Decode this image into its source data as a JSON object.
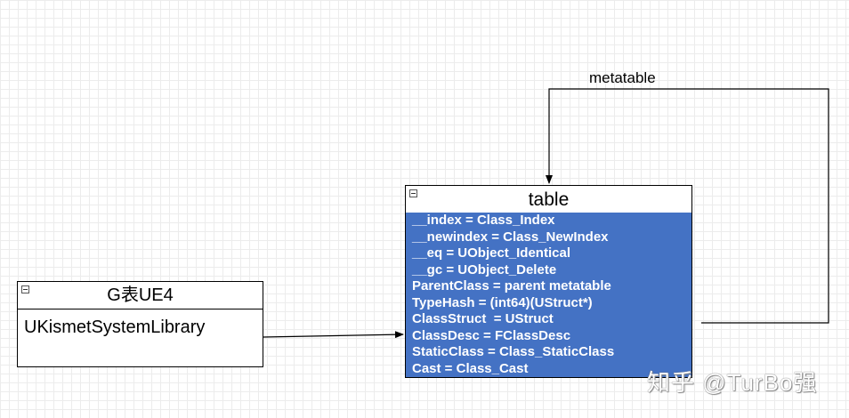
{
  "g_node": {
    "title": "G表UE4",
    "body": "UKismetSystemLibrary"
  },
  "table_node": {
    "title": "table",
    "fields": [
      "__index = Class_Index",
      "__newindex = Class_NewIndex",
      "__eq = UObject_Identical",
      "__gc = UObject_Delete",
      "ParentClass = parent metatable",
      "TypeHash = (int64)(UStruct*)",
      "ClassStruct  = UStruct",
      "ClassDesc = FClassDesc",
      "StaticClass = Class_StaticClass",
      "Cast = Class_Cast"
    ]
  },
  "edges": {
    "metatable_label": "metatable"
  },
  "watermark": "知乎 @TurBo强",
  "colors": {
    "field_bg": "#4472c4",
    "field_text": "#ffffff",
    "grid": "#ececec",
    "line": "#000000"
  }
}
